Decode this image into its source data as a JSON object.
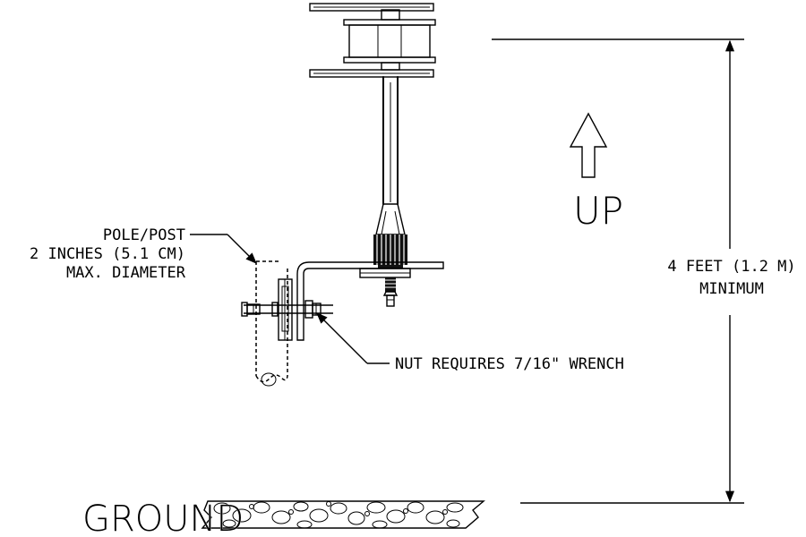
{
  "labels": {
    "pole_line1": "POLE/POST",
    "pole_line2": "2 INCHES (5.1 CM)",
    "pole_line3": "MAX. DIAMETER",
    "nut_note": "NUT REQUIRES 7/16\" WRENCH",
    "up": "UP",
    "height_line1": "4 FEET (1.2 M)",
    "height_line2": "MINIMUM",
    "ground": "GROUND"
  }
}
